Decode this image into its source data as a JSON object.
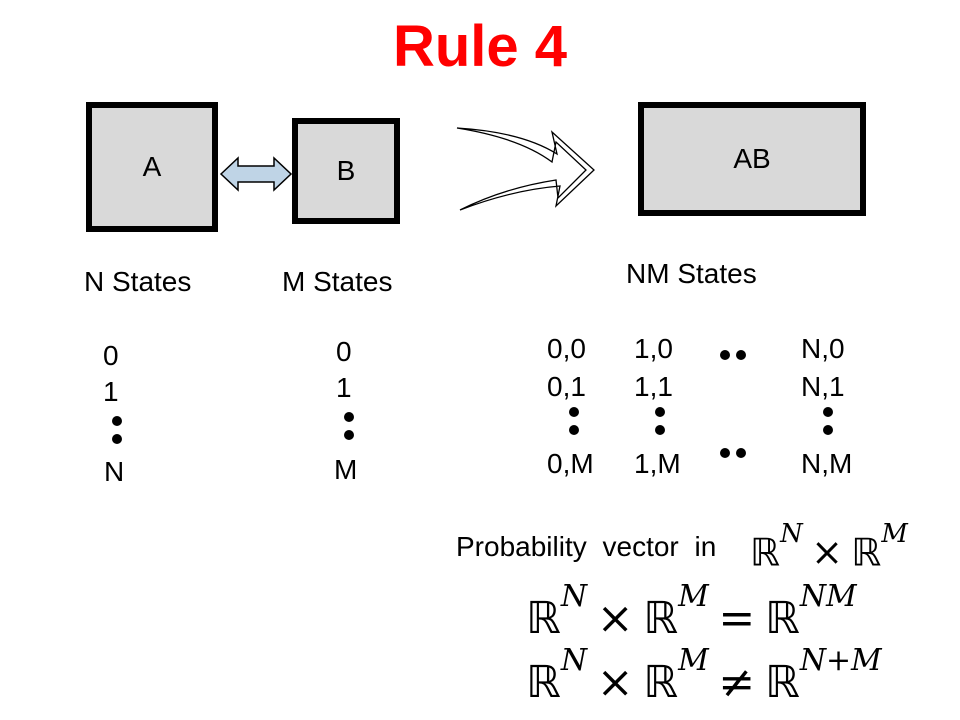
{
  "title": "Rule 4",
  "boxes": {
    "a": "A",
    "b": "B",
    "ab": "AB"
  },
  "labels": {
    "n_states": "N States",
    "m_states": "M States",
    "nm_states": "NM States"
  },
  "a_states": {
    "first": "0",
    "second": "1",
    "last": "N"
  },
  "b_states": {
    "first": "0",
    "second": "1",
    "last": "M"
  },
  "ab_states": {
    "r1c1": "0,0",
    "r1c2": "1,0",
    "r1c3": "N,0",
    "r2c1": "0,1",
    "r2c2": "1,1",
    "r2c3": "N,1",
    "r3c1": "0,M",
    "r3c2": "1,M",
    "r3c3": "N,M"
  },
  "prob": {
    "text": "Probability vector in",
    "bb_r": "ℝ",
    "sup_n": "N",
    "sup_m": "M",
    "times": "×",
    "eq": "=",
    "neq": "≠",
    "sup_nm": "NM",
    "sup_n_plus_m": "N+M"
  },
  "colors": {
    "title": "#ff0000",
    "box_fill": "#d9d9d9",
    "arrow_fill": "#bfd4e6"
  }
}
